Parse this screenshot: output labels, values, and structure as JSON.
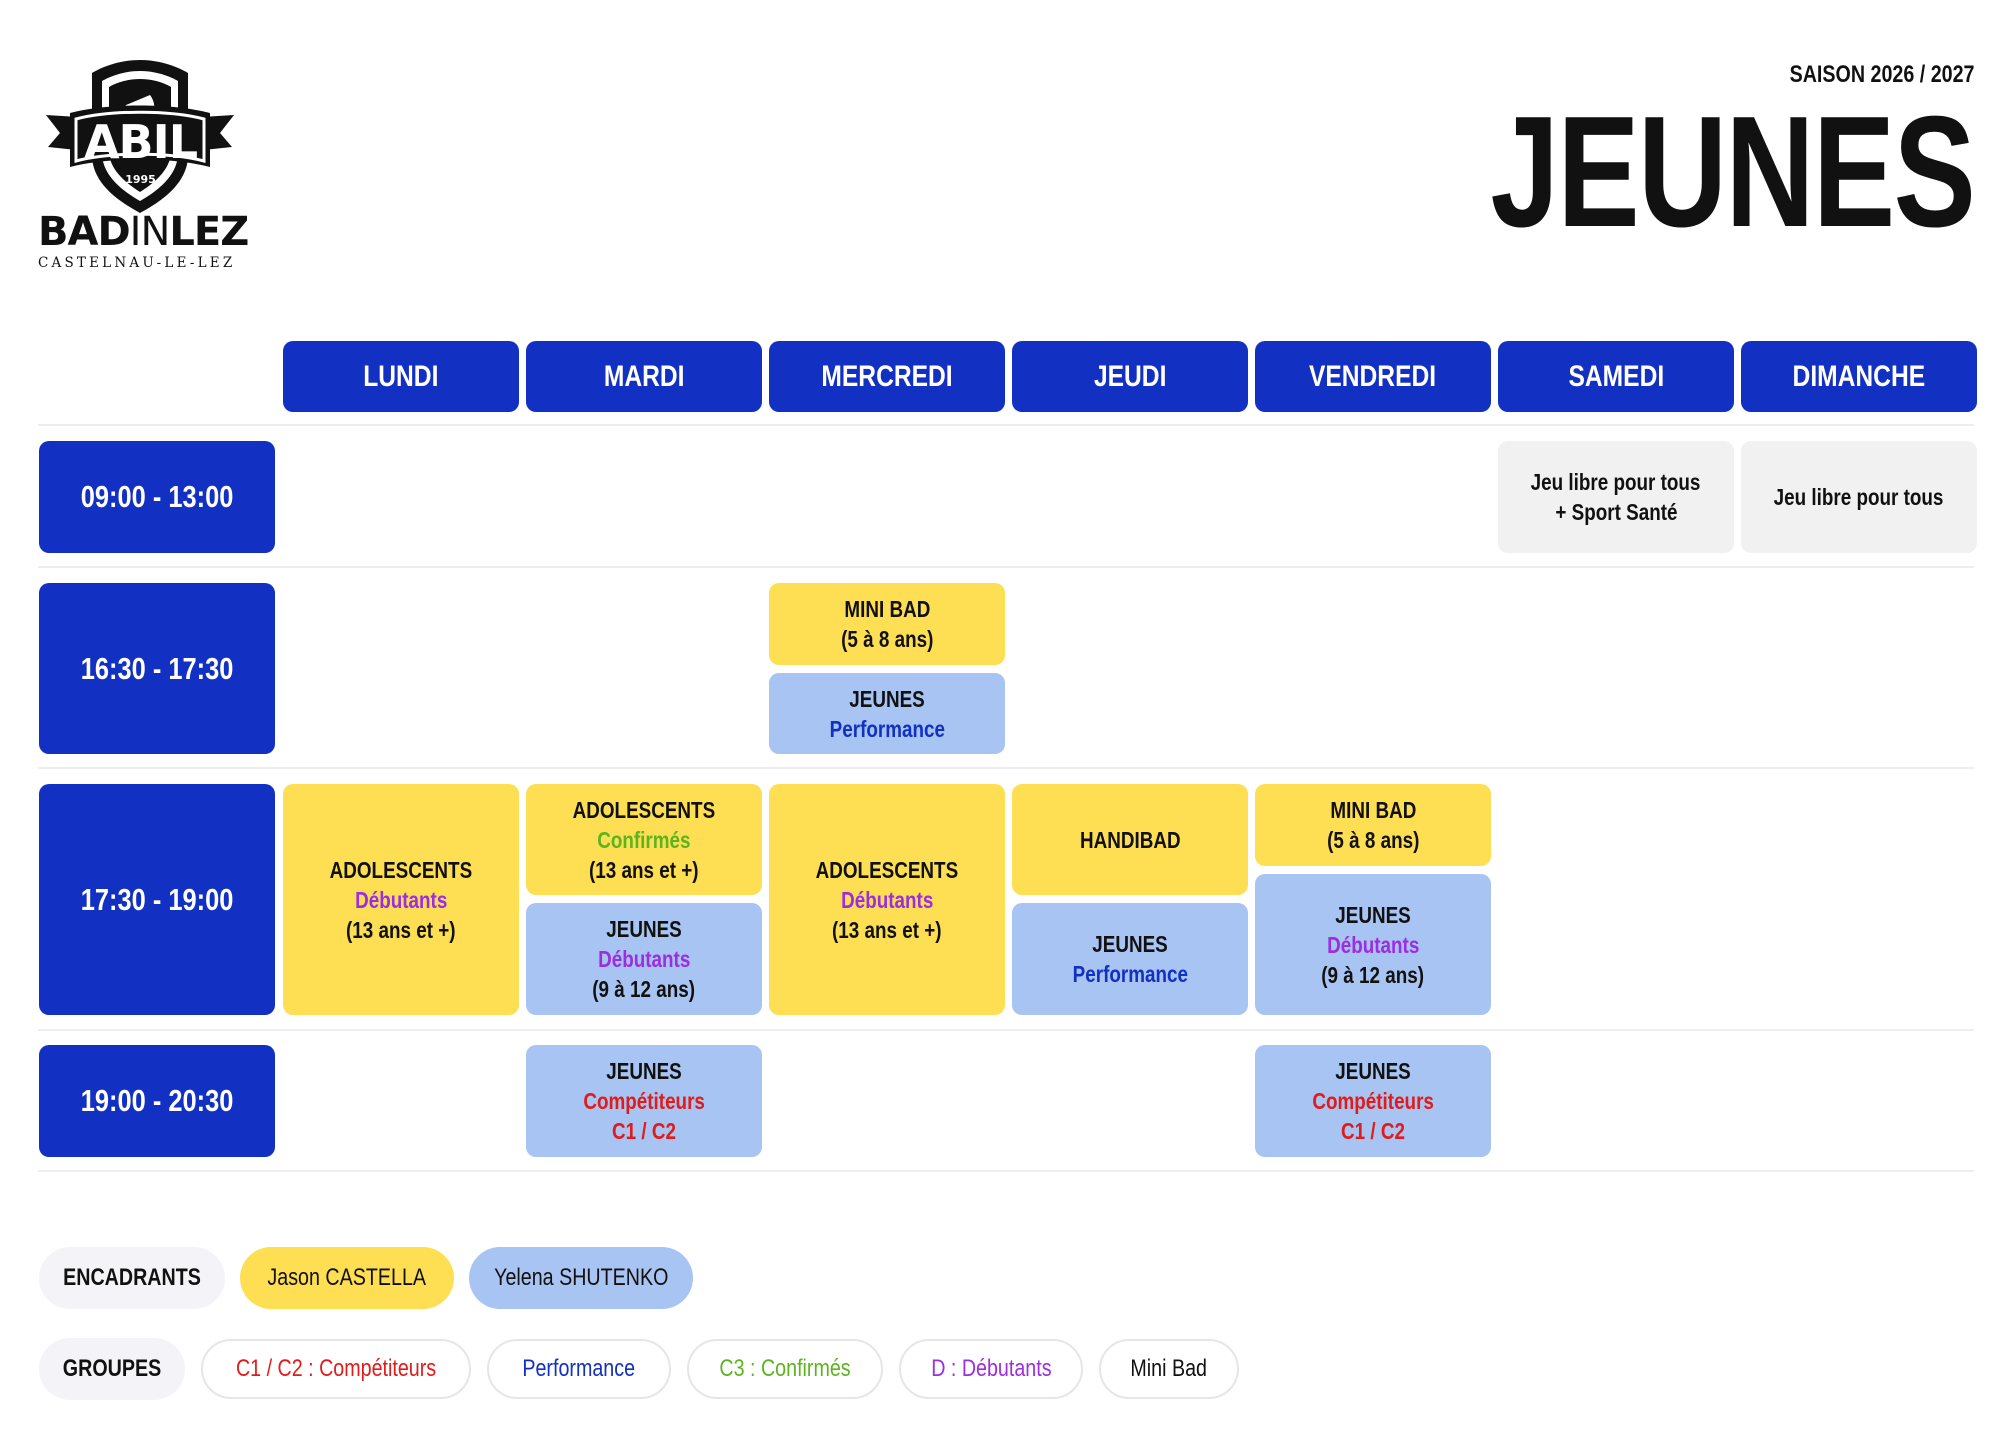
{
  "logo": {
    "badge_text": "ABIL",
    "badge_year": "1995",
    "wordmark_bad": "BAD",
    "wordmark_in": "IN",
    "wordmark_lez": "LEZ",
    "subtitle": "CASTELNAU-LE-LEZ"
  },
  "header": {
    "season": "SAISON 2026 / 2027",
    "title": "JEUNES"
  },
  "days": [
    "LUNDI",
    "MARDI",
    "MERCREDI",
    "JEUDI",
    "VENDREDI",
    "SAMEDI",
    "DIMANCHE"
  ],
  "time_slots": [
    "09:00 - 13:00",
    "16:30 - 17:30",
    "17:30 - 19:00",
    "19:00 - 20:30"
  ],
  "sessions": {
    "sam_morning": {
      "line1": "Jeu libre pour tous",
      "line2": "+ Sport Santé"
    },
    "dim_morning": {
      "line1": "Jeu libre pour tous"
    },
    "mer_1630_minibad": {
      "line1": "MINI BAD",
      "line2": "(5 à 8 ans)"
    },
    "mer_1630_jeunes": {
      "line1": "JEUNES",
      "line2": "Performance"
    },
    "lun_1730_ado": {
      "line1": "ADOLESCENTS",
      "line2": "Débutants",
      "line3": "(13 ans et +)"
    },
    "mar_1730_ado": {
      "line1": "ADOLESCENTS",
      "line2": "Confirmés",
      "line3": "(13 ans et +)"
    },
    "mar_1730_jeunes": {
      "line1": "JEUNES",
      "line2": "Débutants",
      "line3": "(9 à 12 ans)"
    },
    "mer_1730_ado": {
      "line1": "ADOLESCENTS",
      "line2": "Débutants",
      "line3": "(13 ans et +)"
    },
    "jeu_1730_handibad": {
      "line1": "HANDIBAD"
    },
    "jeu_1730_jeunes": {
      "line1": "JEUNES",
      "line2": "Performance"
    },
    "ven_1730_minibad": {
      "line1": "MINI BAD",
      "line2": "(5 à 8 ans)"
    },
    "ven_1730_jeunes": {
      "line1": "JEUNES",
      "line2": "Débutants",
      "line3": "(9 à 12 ans)"
    },
    "mar_1900_jeunes": {
      "line1": "JEUNES",
      "line2": "Compétiteurs",
      "line3": "C1 / C2"
    },
    "ven_1900_jeunes": {
      "line1": "JEUNES",
      "line2": "Compétiteurs",
      "line3": "C1 / C2"
    }
  },
  "legend": {
    "coaches_label": "ENCADRANTS",
    "coach_1": "Jason CASTELLA",
    "coach_2": "Yelena SHUTENKO",
    "groups_label": "GROUPES",
    "group_competiteurs": "C1 / C2 : Compétiteurs",
    "group_performance": "Performance",
    "group_confirmes": "C3 : Confirmés",
    "group_debutants": "D : Débutants",
    "group_minibad": "Mini Bad"
  },
  "colors": {
    "primary_blue": "#1230c2",
    "yellow": "#fede52",
    "light_blue": "#a8c4f2",
    "grey": "#f1f1f1",
    "purple": "#9b2ee0",
    "green": "#5cb51f",
    "red": "#e01b1b"
  }
}
